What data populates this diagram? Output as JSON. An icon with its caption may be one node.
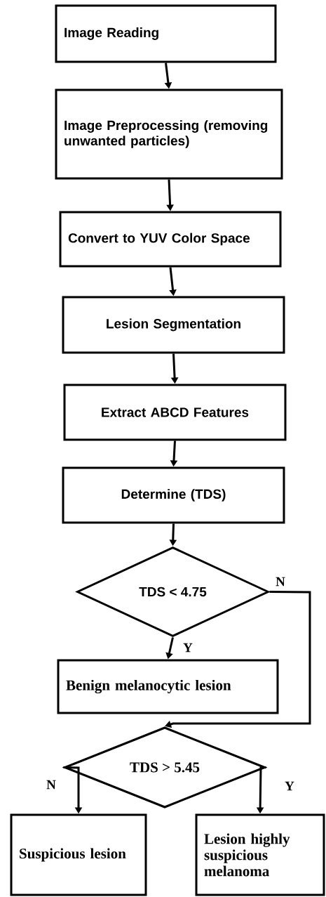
{
  "diagram": {
    "nodes": [
      {
        "text": [
          "Image Reading"
        ]
      },
      {
        "text": [
          "Image Preprocessing (removing unwanted particles)"
        ]
      },
      {
        "text": [
          "Convert to YUV Color Space"
        ]
      },
      {
        "text": [
          "Lesion Segmentation"
        ]
      },
      {
        "text": [
          "Extract ABCD Features"
        ]
      },
      {
        "text": [
          "Determine (TDS)"
        ]
      },
      {
        "text": [
          "TDS < 4.75"
        ]
      },
      {
        "text": [
          "Benign melanocytic lesion"
        ]
      },
      {
        "text": [
          "TDS > 5.45"
        ]
      },
      {
        "text": [
          "Suspicious lesion"
        ]
      },
      {
        "text": [
          "Lesion highly suspicious melanoma"
        ]
      }
    ],
    "edges": [
      {
        "from": 0,
        "to": 1,
        "arrow": "to"
      },
      {
        "from": 1,
        "to": 2,
        "arrow": "to"
      },
      {
        "from": 2,
        "to": 3,
        "arrow": "to"
      },
      {
        "from": 3,
        "to": 4,
        "arrow": "to"
      },
      {
        "from": 4,
        "to": 5,
        "arrow": "to"
      },
      {
        "from": 5,
        "to": 6,
        "arrow": "to"
      },
      {
        "from": 6,
        "to": 7,
        "arrow": "to",
        "label": "Y"
      },
      {
        "from": 6,
        "to": 8,
        "arrow": "to",
        "label": "N"
      },
      {
        "from": 8,
        "to": 9,
        "arrow": "to",
        "label": "N"
      },
      {
        "from": 8,
        "to": 10,
        "arrow": "to",
        "label": "Y"
      }
    ]
  }
}
